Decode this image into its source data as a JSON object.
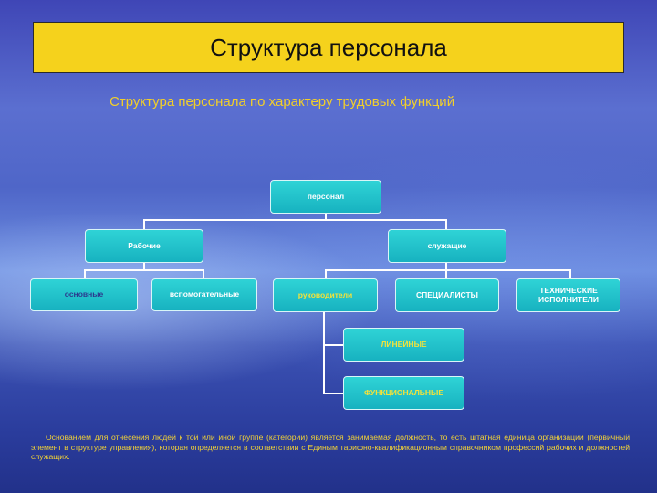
{
  "title": "Структура персонала",
  "subtitle": "Структура персонала по характеру трудовых функций",
  "nodes": {
    "root": "персонал",
    "workers": "Рабочие",
    "employees": "служащие",
    "main_workers": "основные",
    "auxiliary_workers": "вспомогательные",
    "managers": "руководители",
    "specialists": "СПЕЦИАЛИСТЫ",
    "technical": "ТЕХНИЧЕСКИЕ ИСПОЛНИТЕЛИ",
    "line": "ЛИНЕЙНЫЕ",
    "functional": "ФУНКЦИОНАЛЬНЫЕ"
  },
  "footnote": "Основанием для отнесения людей к той или иной группе (категории) является занимаемая должность, то есть штатная единица организации (первичный элемент в структуре управления), которая определяется в соответствии с Единым тарифно-квалификационным справочником профессий рабочих и должностей служащих."
}
